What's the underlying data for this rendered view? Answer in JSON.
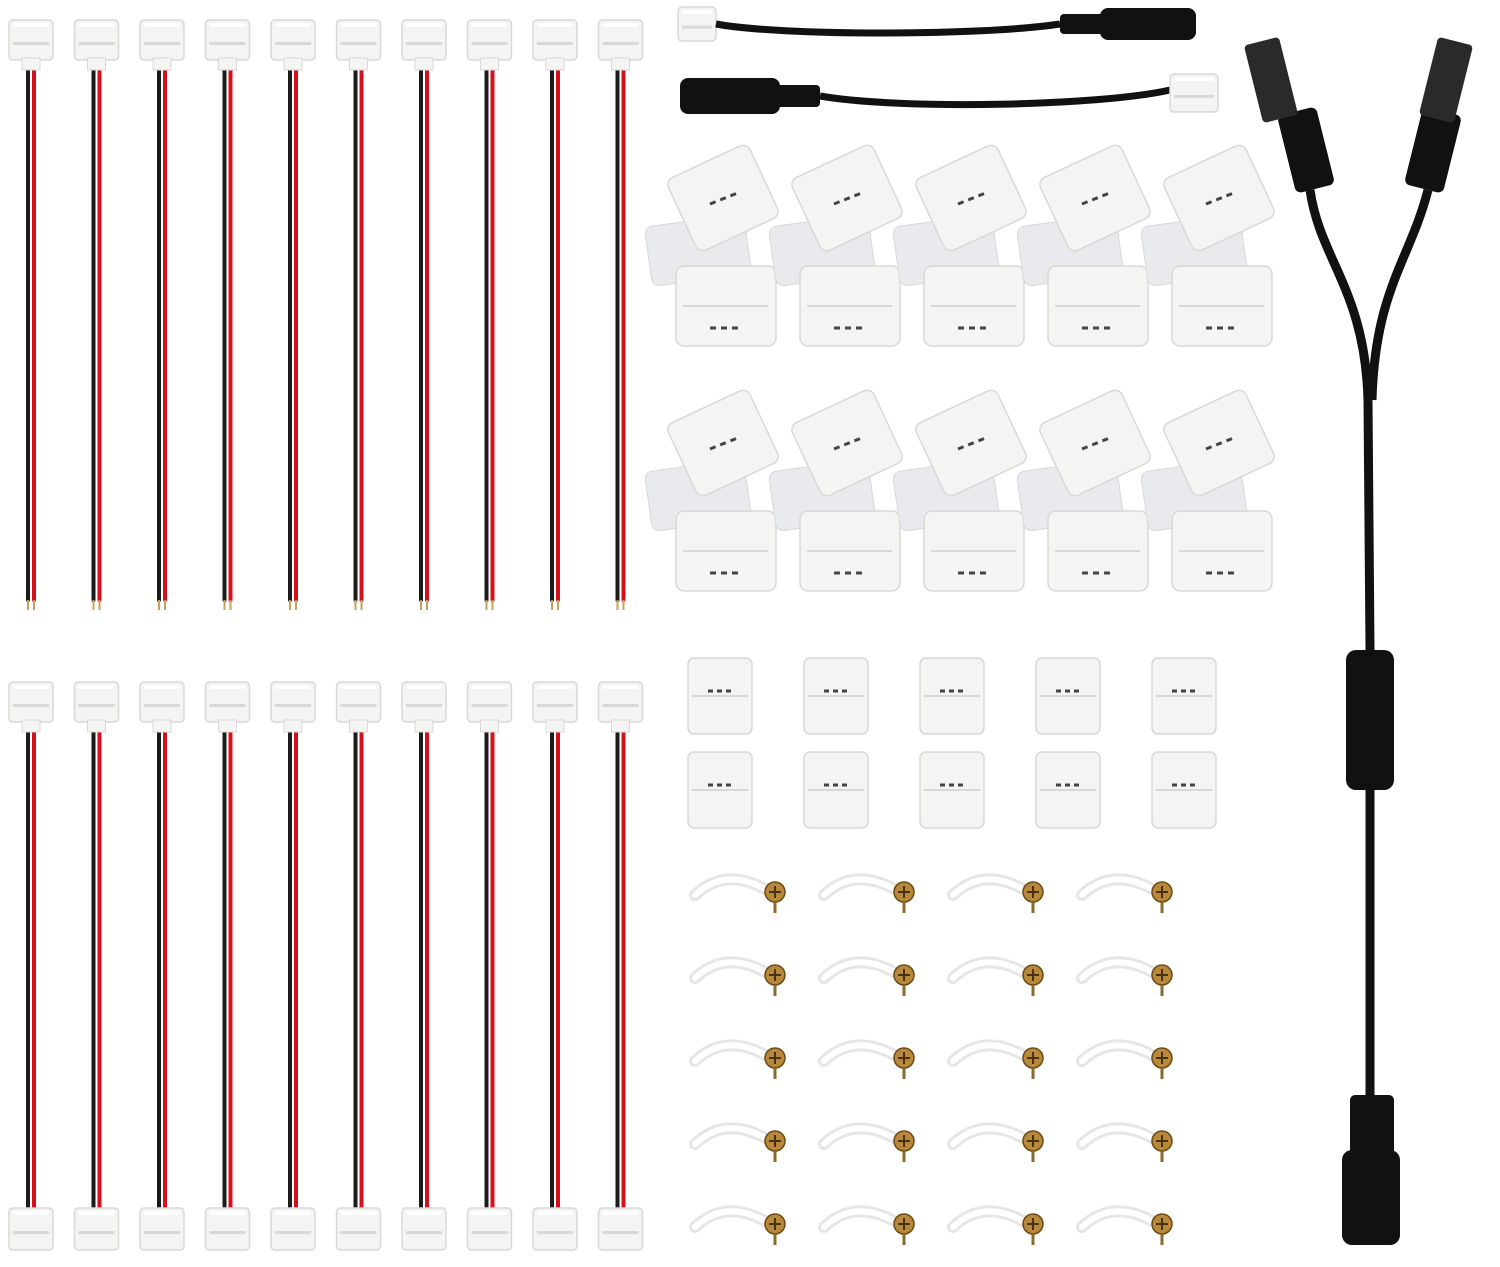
{
  "image": {
    "background": "#ffffff"
  },
  "colors": {
    "connector_white": "#f4f4f2",
    "connector_shadow": "#d8d8d6",
    "wire_red": "#d4111b",
    "wire_black": "#1b1b1b",
    "cable_black": "#111111",
    "screw_gold": "#b8893a"
  },
  "products": {
    "pigtail_wire_connectors": {
      "count": 10,
      "icon": "pigtail-connector-icon"
    },
    "double_ended_wire_connectors": {
      "count": 10,
      "icon": "double-connector-icon"
    },
    "dc_female_pigtail_cables": {
      "count": 2,
      "icon": "dc-adapter-cable-icon"
    },
    "l_shape_corner_connectors": {
      "count": 10,
      "icon": "l-corner-connector-icon"
    },
    "straight_gapless_connectors": {
      "count": 10,
      "icon": "straight-connector-icon"
    },
    "mounting_clips_with_screws": {
      "count": 20,
      "icon": "mounting-clip-icon"
    },
    "dc_y_splitter_cable": {
      "count": 1,
      "icon": "y-splitter-icon"
    }
  }
}
